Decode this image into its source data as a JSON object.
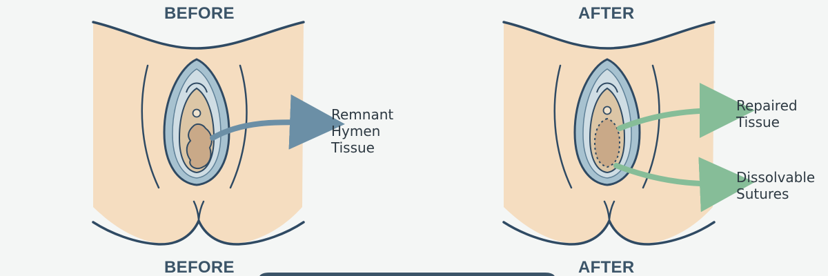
{
  "panels": {
    "before": {
      "heading": "BEFORE",
      "callout": [
        "Remnant",
        "Hymen",
        "Tissue"
      ]
    },
    "after": {
      "heading": "AFTER",
      "callouts": {
        "repaired": [
          "Repaired",
          "Tissue"
        ],
        "sutures": [
          "Dissolvable",
          "Sutures"
        ]
      }
    }
  },
  "bottom_headings": {
    "before": "BEFORE",
    "after": "AFTER"
  },
  "colors": {
    "background": "#f4f6f5",
    "skin": "#f5ddc0",
    "outline": "#2f4a63",
    "labia_blue": "#a7c2d0",
    "labia_blue_light": "#cfdde4",
    "inner_tan": "#dcc6a6",
    "tissue": "#c9a988",
    "arrow_before": "#6b8fa6",
    "arrow_after": "#86bd98",
    "heading": "#3b5468",
    "text": "#2d3942"
  }
}
